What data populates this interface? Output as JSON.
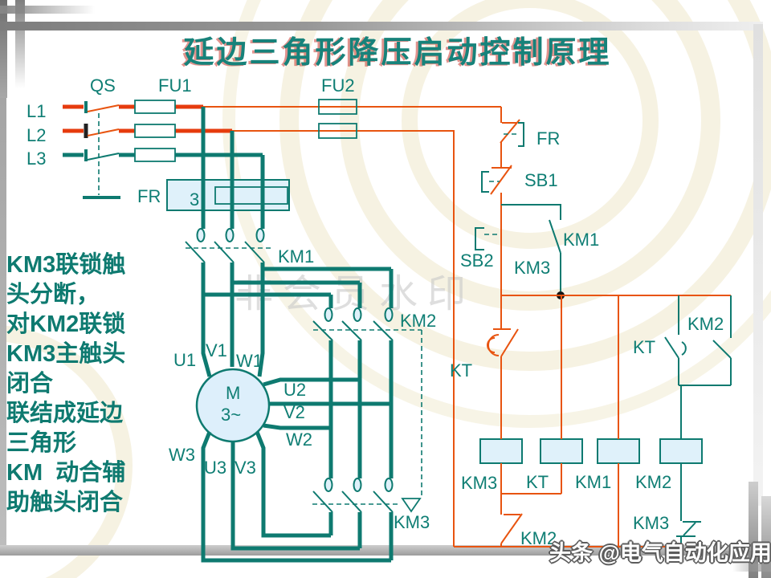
{
  "slide": {
    "title": "延边三角形降压启动控制原理",
    "side_note": "KM3联锁触\n头分断，\n对KM2联锁\nKM3主触头\n闭合\n联结成延边\n三角形\nKM  动合辅\n助触头闭合",
    "watermark_center": "非会员水印",
    "brand_watermark": "头条 @电气自动化应用"
  },
  "labels": {
    "qs": "QS",
    "fu1": "FU1",
    "fu2": "FU2",
    "l1": "L1",
    "l2": "L2",
    "l3": "L3",
    "fr_main": "FR",
    "heater_count": "3",
    "km1_main": "KM1",
    "km2_main": "KM2",
    "km3_main": "KM3",
    "motor_m": "M",
    "motor_phase": "3~",
    "u1": "U1",
    "v1": "V1",
    "w1": "W1",
    "u2": "U2",
    "v2": "V2",
    "w2": "W2",
    "u3": "U3",
    "v3": "V3",
    "w3": "W3",
    "fr_ctrl": "FR",
    "sb1": "SB1",
    "sb2": "SB2",
    "km1_aux": "KM1",
    "km3_ctrl": "KM3",
    "kt_contact_left": "KT",
    "kt_contact_right": "KT",
    "km2_aux": "KM2",
    "coil_km3": "KM3",
    "coil_kt": "KT",
    "coil_km1": "KM1",
    "coil_km2": "KM2",
    "km3_no": "KM3",
    "km2_nc": "KM2"
  },
  "colors": {
    "teal": "#0e7a70",
    "teal_label": "#0f7e74",
    "red_thick": "#e63b0d",
    "red_thin": "#e85410",
    "component_fill": "#dff1fa",
    "motor_fill": "#ddeffb",
    "title_teal": "#17827a"
  }
}
